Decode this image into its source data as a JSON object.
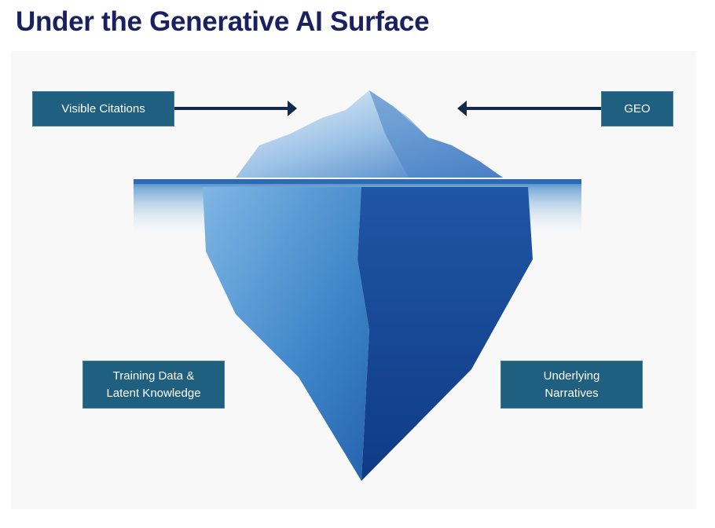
{
  "title": "Under the Generative AI Surface",
  "labels": {
    "visible_citations": "Visible Citations",
    "geo": "GEO",
    "training_line1": "Training Data &",
    "training_line2": "Latent Knowledge",
    "narratives_line1": "Underlying",
    "narratives_line2": "Narratives"
  },
  "colors": {
    "title": "#1a2160",
    "box": "#1f5f7f",
    "arrow": "#13294b"
  }
}
